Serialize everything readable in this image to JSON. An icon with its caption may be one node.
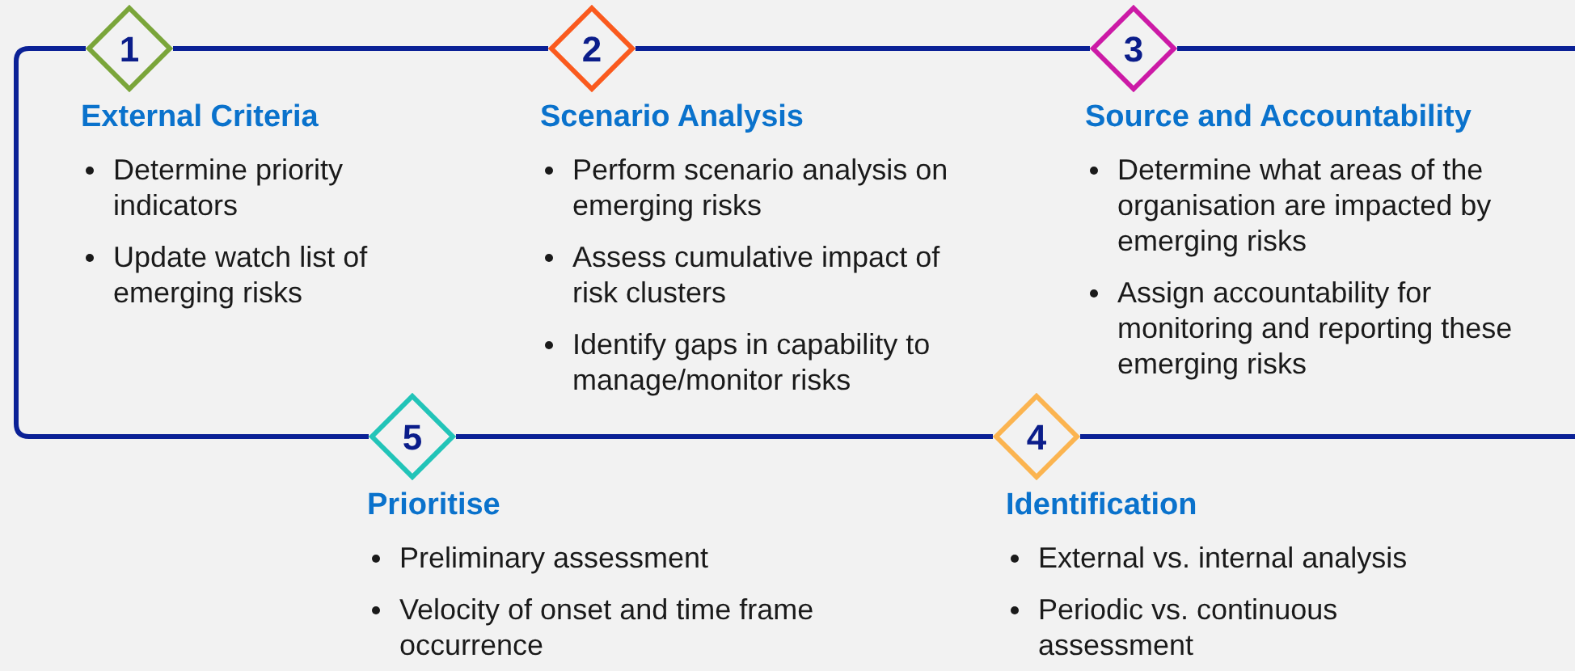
{
  "diagram": {
    "nodes": [
      {
        "text": [
          "1"
        ],
        "beside": [
          "External Criteria",
          "Determine priority indicators",
          "Update watch list of emerging risks"
        ]
      },
      {
        "text": [
          "2"
        ],
        "beside": [
          "Scenario Analysis",
          "Perform scenario analysis on emerging risks",
          "Assess cumulative impact of risk clusters",
          "Identify gaps in capability to manage/monitor risks"
        ]
      },
      {
        "text": [
          "3"
        ],
        "beside": [
          "Source and Accountability",
          "Determine what areas of the organisation are impacted by emerging risks",
          "Assign accountability for monitoring and reporting these emerging risks"
        ]
      },
      {
        "text": [
          "5"
        ],
        "beside": [
          "Prioritise",
          "Preliminary assessment",
          "Velocity of onset and time frame occurrence"
        ]
      },
      {
        "text": [
          "4"
        ],
        "beside": [
          "Identification",
          "External vs. internal analysis",
          "Periodic vs. continuous assessment"
        ]
      }
    ],
    "edges": [
      {
        "from": 0,
        "to": 1,
        "arrow": "none"
      },
      {
        "from": 1,
        "to": 2,
        "arrow": "none"
      },
      {
        "from": 2,
        "to": null,
        "arrow": "none"
      },
      {
        "from": null,
        "to": 4,
        "arrow": "none"
      },
      {
        "from": 4,
        "to": 3,
        "arrow": "none"
      },
      {
        "from": 3,
        "to": 0,
        "arrow": "none"
      }
    ]
  }
}
